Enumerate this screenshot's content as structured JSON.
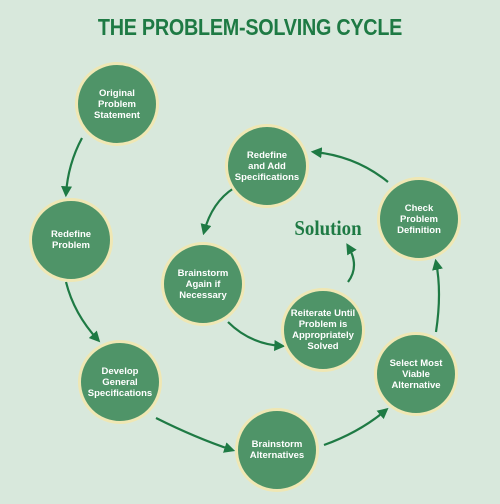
{
  "title": "THE PROBLEM-SOLVING CYCLE",
  "solution": "Solution",
  "colors": {
    "background": "#d8e8dc",
    "node_fill": "#4f9468",
    "node_border": "#efe7b4",
    "title": "#1e7a44",
    "arrow": "#1e7a44"
  },
  "nodes": [
    {
      "id": "original",
      "label": "Original Problem\nStatement"
    },
    {
      "id": "redefine",
      "label": "Redefine\nProblem"
    },
    {
      "id": "develop",
      "label": "Develop\nGeneral\nSpecifications"
    },
    {
      "id": "brainstorm-alt",
      "label": "Brainstorm\nAlternatives"
    },
    {
      "id": "select",
      "label": "Select Most\nViable\nAlternative"
    },
    {
      "id": "check",
      "label": "Check Problem\nDefinition"
    },
    {
      "id": "redefine-add",
      "label": "Redefine\nand Add\nSpecifications"
    },
    {
      "id": "brainstorm-again",
      "label": "Brainstorm\nAgain if\nNecessary"
    },
    {
      "id": "reiterate",
      "label": "Reiterate Until\nProblem is\nAppropriately\nSolved"
    }
  ]
}
